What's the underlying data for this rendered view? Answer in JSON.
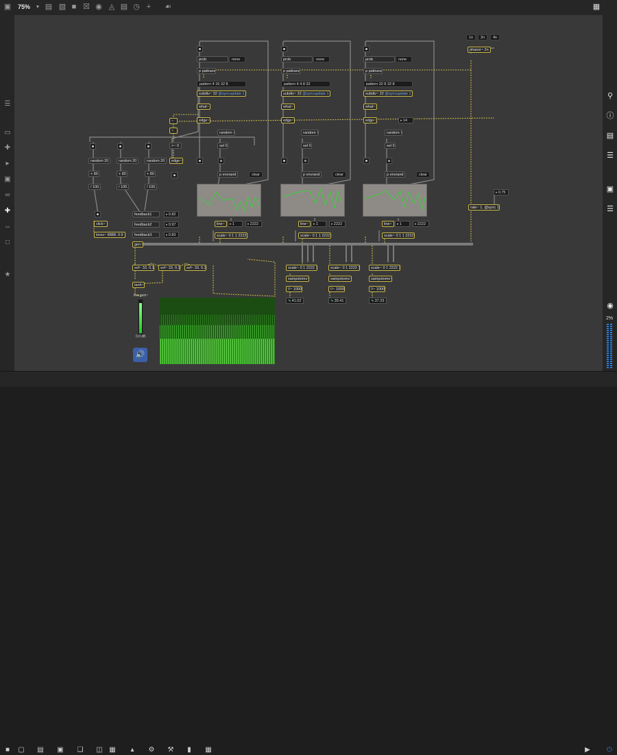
{
  "toolbar": {
    "zoom": "75%",
    "icons": [
      "sidebar-toggle-icon",
      "new-object-icon",
      "message-icon",
      "comment-icon",
      "button-icon",
      "toggle-icon",
      "number-icon",
      "slider-icon",
      "dial-icon",
      "plus-icon",
      "paint-icon",
      "grid-icon"
    ]
  },
  "patch": {
    "rate_buttons": [
      "1n",
      "2n",
      "4n"
    ],
    "phasor": "phasor~ 2n",
    "rate_obj": "rate~ 1. @sync 1",
    "rate_num": "0.75",
    "channels": [
      {
        "prob": "prob",
        "none": "none",
        "pattrand": "p pattrand",
        "pattern": "pattern 4 16 32 8",
        "subdiv": "subdiv~ 32",
        "syncupdate": "@syncupdate 1",
        "what": "what~",
        "edge": "edge~",
        "random7": "random 7",
        "sel": "sel 0",
        "envrand": "p envrand",
        "clear": "clear",
        "line": "line~",
        "line_num": "1",
        "line_num2": "2222",
        "scale": "scale~ 0 1 1 2222"
      },
      {
        "prob": "prob",
        "none": "none",
        "pattrand": "p pattrand",
        "pattern": "pattern 4 4 8 32",
        "subdiv": "subdiv~ 32",
        "syncupdate": "@syncupdate 1",
        "what": "what~",
        "edge": "edge~",
        "random7": "random 7",
        "sel": "sel 0",
        "envrand": "p envrand",
        "clear": "clear",
        "line": "line~",
        "line_num": "1",
        "line_num2": "2222",
        "scale": "scale~ 0 1 1 2222"
      },
      {
        "prob": "prob",
        "none": "none",
        "pattrand": "p pattrand",
        "pattern": "pattern 32 8 32 8",
        "subdiv": "subdiv~ 32",
        "syncupdate": "@syncupdate 1",
        "what": "what~",
        "edge": "edge~",
        "random7": "random 7",
        "sel": "sel 0",
        "envrand": "p envrand",
        "clear": "clear",
        "line": "line~",
        "line_num": "1",
        "line_num2": "2222",
        "scale": "scale~ 0 1 1 2222"
      }
    ],
    "edge_num": "14",
    "left": {
      "gt": ">~ 0",
      "edge": "edge~",
      "random20": [
        "random 20",
        "random 20",
        "random 20"
      ],
      "plus80": [
        "+ 80",
        "+ 80",
        "+ 80"
      ],
      "div100": [
        "/ 100.",
        "/ 100.",
        "/ 100."
      ],
      "click": "click~",
      "lores": "lores~ 8888. 0.9",
      "feedback": [
        {
          "label": "feedback1",
          "value": "0.82"
        },
        {
          "label": "feedback2",
          "value": "0.97"
        },
        {
          "label": "feedback3",
          "value": "0.83"
        }
      ]
    },
    "gen": "gen~",
    "svf": [
      "svf~ 33. 0.1",
      "svf~ 33. 0.1",
      "svf~ 33. 0.1"
    ],
    "tanh": "tanh~",
    "gain_label": "live.gain~",
    "gain_value": "0.0 dB",
    "bottom_channels": [
      {
        "scale": "scale~ 0 1 2222 1",
        "sampstoms": "sampstoms~",
        "div": "!/~ 1000.",
        "readout": "41.02"
      },
      {
        "scale": "scale~ 0 1 2222 1",
        "sampstoms": "sampstoms~",
        "div": "!/~ 1000.",
        "readout": "39.41"
      },
      {
        "scale": "scale~ 0 1 2222 1",
        "sampstoms": "sampstoms~",
        "div": "!/~ 1000.",
        "readout": "37.33"
      }
    ],
    "plot_points": [
      [
        0.02,
        0.6,
        0.18,
        0.35,
        0.3,
        0.75,
        0.4,
        0.5,
        0.55,
        0.55,
        0.62,
        0.2,
        0.68,
        0.45,
        0.75,
        0.15,
        0.8,
        0.6,
        0.86,
        0.25,
        0.92,
        0.6,
        0.98,
        0.3
      ],
      [
        0.02,
        0.6,
        0.25,
        0.75,
        0.45,
        0.8,
        0.55,
        0.4,
        0.62,
        0.85,
        0.7,
        0.35,
        0.78,
        0.75,
        0.85,
        0.25,
        0.9,
        0.8,
        0.96,
        0.4
      ],
      [
        0.02,
        0.55,
        0.2,
        0.65,
        0.35,
        0.8,
        0.5,
        0.5,
        0.58,
        0.8,
        0.65,
        0.3,
        0.72,
        0.75,
        0.8,
        0.4,
        0.88,
        0.7,
        0.93,
        0.2,
        0.98,
        0.6
      ]
    ]
  },
  "right_sidebar": {
    "cpu": "2%"
  },
  "colors": {
    "canvas": "#393939",
    "cable_signal": "#c9b84a",
    "cable": "#8a8a8a",
    "plot_line": "#3ad13a",
    "accent": "#2b7fd6"
  }
}
